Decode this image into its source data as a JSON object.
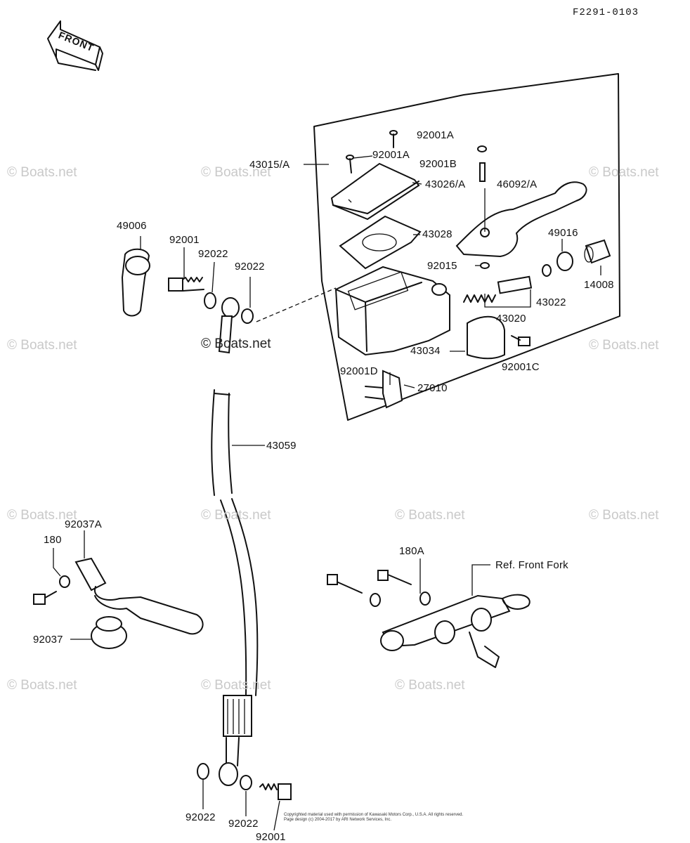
{
  "diagram_code": "F2291-0103",
  "front_arrow": {
    "label": "FRONT",
    "icon": "front-arrow-icon"
  },
  "watermark_text": "© Boats.net",
  "watermark_positions_count": 13,
  "reference_label": "Ref. Front Fork",
  "parts": {
    "p43015A": "43015/A",
    "p92001A_top": "92001A",
    "p92001A_mid": "92001A",
    "p92001B": "92001B",
    "p43026A": "43026/A",
    "p46092A": "46092/A",
    "p43028": "43028",
    "p49016": "49016",
    "p92015": "92015",
    "p14008": "14008",
    "p43022": "43022",
    "p43020": "43020",
    "p43034": "43034",
    "p92001C": "92001C",
    "p92001D": "92001D",
    "p27010": "27010",
    "p49006": "49006",
    "p92001_left": "92001",
    "p92022_a": "92022",
    "p92022_b": "92022",
    "p43059": "43059",
    "p92037A": "92037A",
    "p180": "180",
    "p92037": "92037",
    "p180A": "180A",
    "p92022_c": "92022",
    "p92022_d": "92022",
    "p92001_bottom": "92001"
  },
  "copyright_lines": [
    "Copyrighted material used with permission of Kawasaki Motors Corp., U.S.A.  All rights reserved.",
    "Page design (c) 2004-2017 by ARI Network Services, Inc."
  ]
}
